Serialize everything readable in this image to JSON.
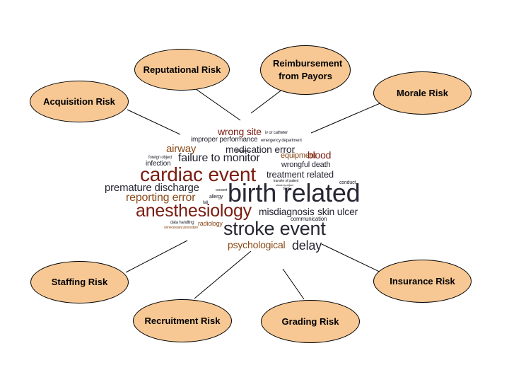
{
  "colors": {
    "ellipse_fill": "#f7c894",
    "ellipse_border": "#000000",
    "connector": "#000000",
    "word_dark": "#262633",
    "word_red": "#7a1c10",
    "word_brown": "#8a4a18",
    "word_gray": "#555555"
  },
  "risks": [
    {
      "id": "reputational",
      "label": "Reputational Risk"
    },
    {
      "id": "reimbursement",
      "label": "Reimbursement from Payors"
    },
    {
      "id": "acquisition",
      "label": "Acquisition Risk"
    },
    {
      "id": "morale",
      "label": "Morale Risk"
    },
    {
      "id": "staffing",
      "label": "Staffing Risk"
    },
    {
      "id": "insurance",
      "label": "Insurance Risk"
    },
    {
      "id": "recruitment",
      "label": "Recruitment Risk"
    },
    {
      "id": "grading",
      "label": "Grading Risk"
    }
  ],
  "word_cloud": [
    {
      "text": "wrong site",
      "tone": "red"
    },
    {
      "text": "iv or catheter",
      "tone": "dark"
    },
    {
      "text": "improper performance",
      "tone": "dark"
    },
    {
      "text": "emergency department",
      "tone": "dark"
    },
    {
      "text": "airway",
      "tone": "brown"
    },
    {
      "text": "medication error",
      "tone": "dark"
    },
    {
      "text": "laboratory",
      "tone": "dark"
    },
    {
      "text": "equipment",
      "tone": "brown"
    },
    {
      "text": "blood",
      "tone": "red"
    },
    {
      "text": "foreign object",
      "tone": "dark"
    },
    {
      "text": "failure to monitor",
      "tone": "dark"
    },
    {
      "text": "infection",
      "tone": "dark"
    },
    {
      "text": "wrongful death",
      "tone": "dark"
    },
    {
      "text": "cardiac event",
      "tone": "red"
    },
    {
      "text": "treatment related",
      "tone": "dark"
    },
    {
      "text": "transfer of patient",
      "tone": "dark"
    },
    {
      "text": "conduct",
      "tone": "dark"
    },
    {
      "text": "premature discharge",
      "tone": "dark"
    },
    {
      "text": "consent",
      "tone": "dark"
    },
    {
      "text": "birth related",
      "tone": "dark"
    },
    {
      "text": "struck by object",
      "tone": "dark"
    },
    {
      "text": "burn",
      "tone": "dark"
    },
    {
      "text": "reporting error",
      "tone": "brown"
    },
    {
      "text": "allergy",
      "tone": "dark"
    },
    {
      "text": "fall",
      "tone": "dark"
    },
    {
      "text": "anesthesiology",
      "tone": "red"
    },
    {
      "text": "misdiagnosis",
      "tone": "dark"
    },
    {
      "text": "skin ulcer",
      "tone": "dark"
    },
    {
      "text": "communication",
      "tone": "dark"
    },
    {
      "text": "data handling",
      "tone": "dark"
    },
    {
      "text": "radiology",
      "tone": "brown"
    },
    {
      "text": "unnecessary procedure",
      "tone": "brown"
    },
    {
      "text": "stroke event",
      "tone": "dark"
    },
    {
      "text": "psychological",
      "tone": "brown"
    },
    {
      "text": "delay",
      "tone": "dark"
    }
  ]
}
